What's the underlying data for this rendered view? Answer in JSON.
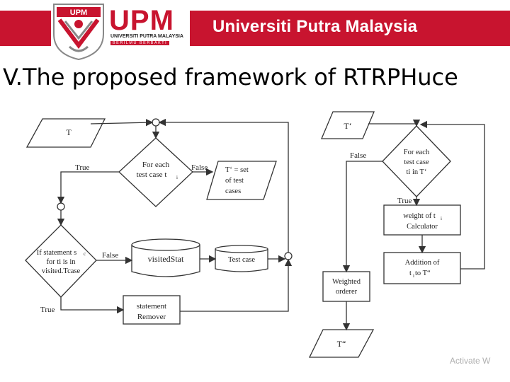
{
  "header": {
    "university_name": "Universiti Putra Malaysia",
    "logo_text": "UPM",
    "crest_text": "UPM",
    "brand_subtitle": "UNIVERSITI PUTRA MALAYSIA",
    "brand_motto": "BERILMU BERBAKTI"
  },
  "slide": {
    "title": "V.The proposed framework of RTRPHuce"
  },
  "diagram": {
    "left": {
      "input_T": "T",
      "decision_for_each": [
        "For each",
        "test case t",
        "i"
      ],
      "label_true_top": "True",
      "label_false_top": "False",
      "output_Tprime": [
        "T‘ = set",
        "of test",
        "cases"
      ],
      "decision_if_statement": [
        "If statement s",
        "c",
        "for ti is in",
        "visited.Tcase"
      ],
      "label_false_mid": "False",
      "label_true_bottom": "True",
      "store_visitedStat": "visitedStat",
      "store_test_case": "Test case",
      "process_remover": [
        "statement",
        "Remover"
      ]
    },
    "right": {
      "input_Tprime": "T‘",
      "decision_for_each": [
        "For each",
        "test case",
        "ti in T‘"
      ],
      "label_false": "False",
      "label_true": "True",
      "process_weight": [
        "weight of t",
        "i",
        "Calculator"
      ],
      "process_addition": [
        "Addition of",
        "t",
        "i",
        " to T“"
      ],
      "process_weighted": [
        "Weighted",
        "orderer"
      ],
      "output_Tdouble": "T“"
    }
  },
  "watermark": "Activate W",
  "colors": {
    "brand_red": "#c8142f",
    "line": "#333333"
  }
}
